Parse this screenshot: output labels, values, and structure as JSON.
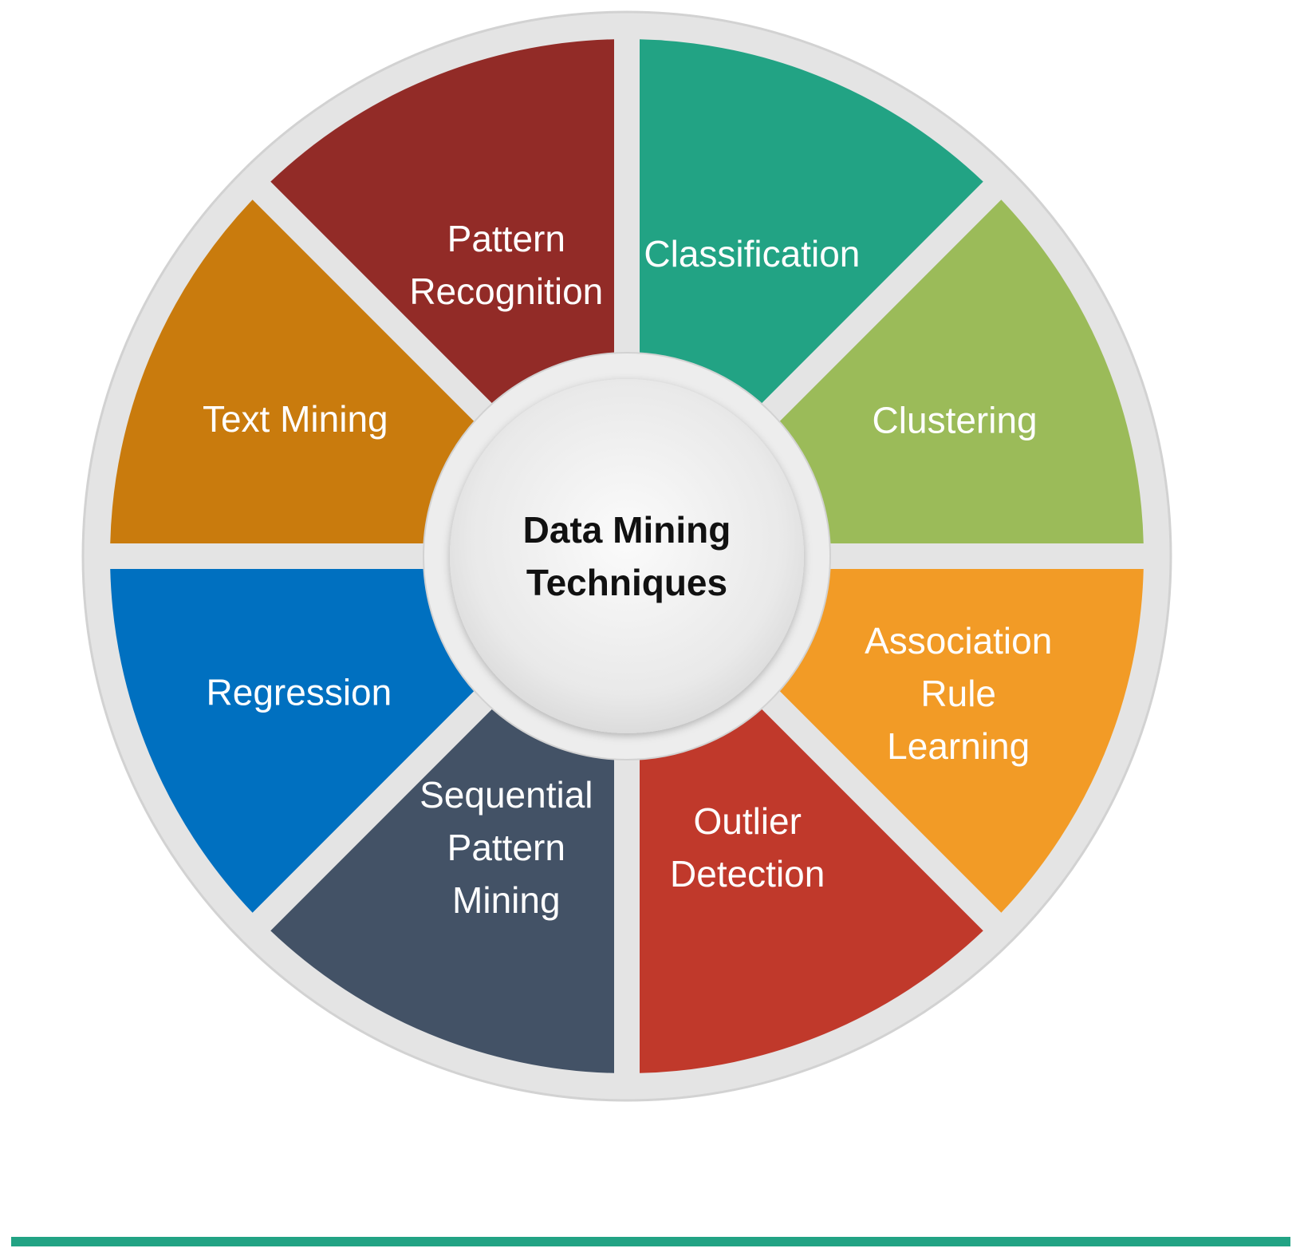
{
  "center": {
    "lines": [
      "Data Mining",
      "Techniques"
    ]
  },
  "segments": [
    {
      "id": "classification",
      "lines": [
        "Classification"
      ],
      "color": "#22A384"
    },
    {
      "id": "clustering",
      "lines": [
        "Clustering"
      ],
      "color": "#9BBB59"
    },
    {
      "id": "association-rule-learning",
      "lines": [
        "Association",
        "Rule",
        "Learning"
      ],
      "color": "#F29B26"
    },
    {
      "id": "outlier-detection",
      "lines": [
        "Outlier",
        "Detection"
      ],
      "color": "#C0392B"
    },
    {
      "id": "sequential-pattern-mining",
      "lines": [
        "Sequential",
        "Pattern",
        "Mining"
      ],
      "color": "#435266"
    },
    {
      "id": "regression",
      "lines": [
        "Regression"
      ],
      "color": "#0070C0"
    },
    {
      "id": "text-mining",
      "lines": [
        "Text Mining"
      ],
      "color": "#C97B0D"
    },
    {
      "id": "pattern-recognition",
      "lines": [
        "Pattern",
        "Recognition"
      ],
      "color": "#922B27"
    }
  ],
  "colors": {
    "ring": "#E4E4E4",
    "ring_edge": "#D2D2D2",
    "hub": "#EDEDED",
    "accent_rule": "#22A384"
  }
}
